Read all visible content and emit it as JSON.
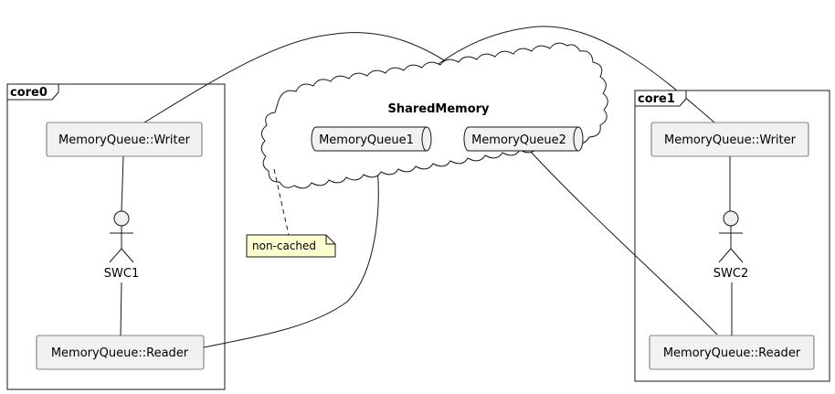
{
  "frames": {
    "core0": {
      "title": "core0"
    },
    "core1": {
      "title": "core1"
    }
  },
  "cloud": {
    "title": "SharedMemory",
    "queues": [
      "MemoryQueue1",
      "MemoryQueue2"
    ]
  },
  "core0_nodes": {
    "writer": "MemoryQueue::Writer",
    "actor": "SWC1",
    "reader": "MemoryQueue::Reader"
  },
  "core1_nodes": {
    "writer": "MemoryQueue::Writer",
    "actor": "SWC2",
    "reader": "MemoryQueue::Reader"
  },
  "note": {
    "text": "non-cached"
  },
  "colors": {
    "line": "#181818",
    "box_fill": "#f1f1f1",
    "note_fill": "#fefece",
    "background": "#ffffff"
  }
}
